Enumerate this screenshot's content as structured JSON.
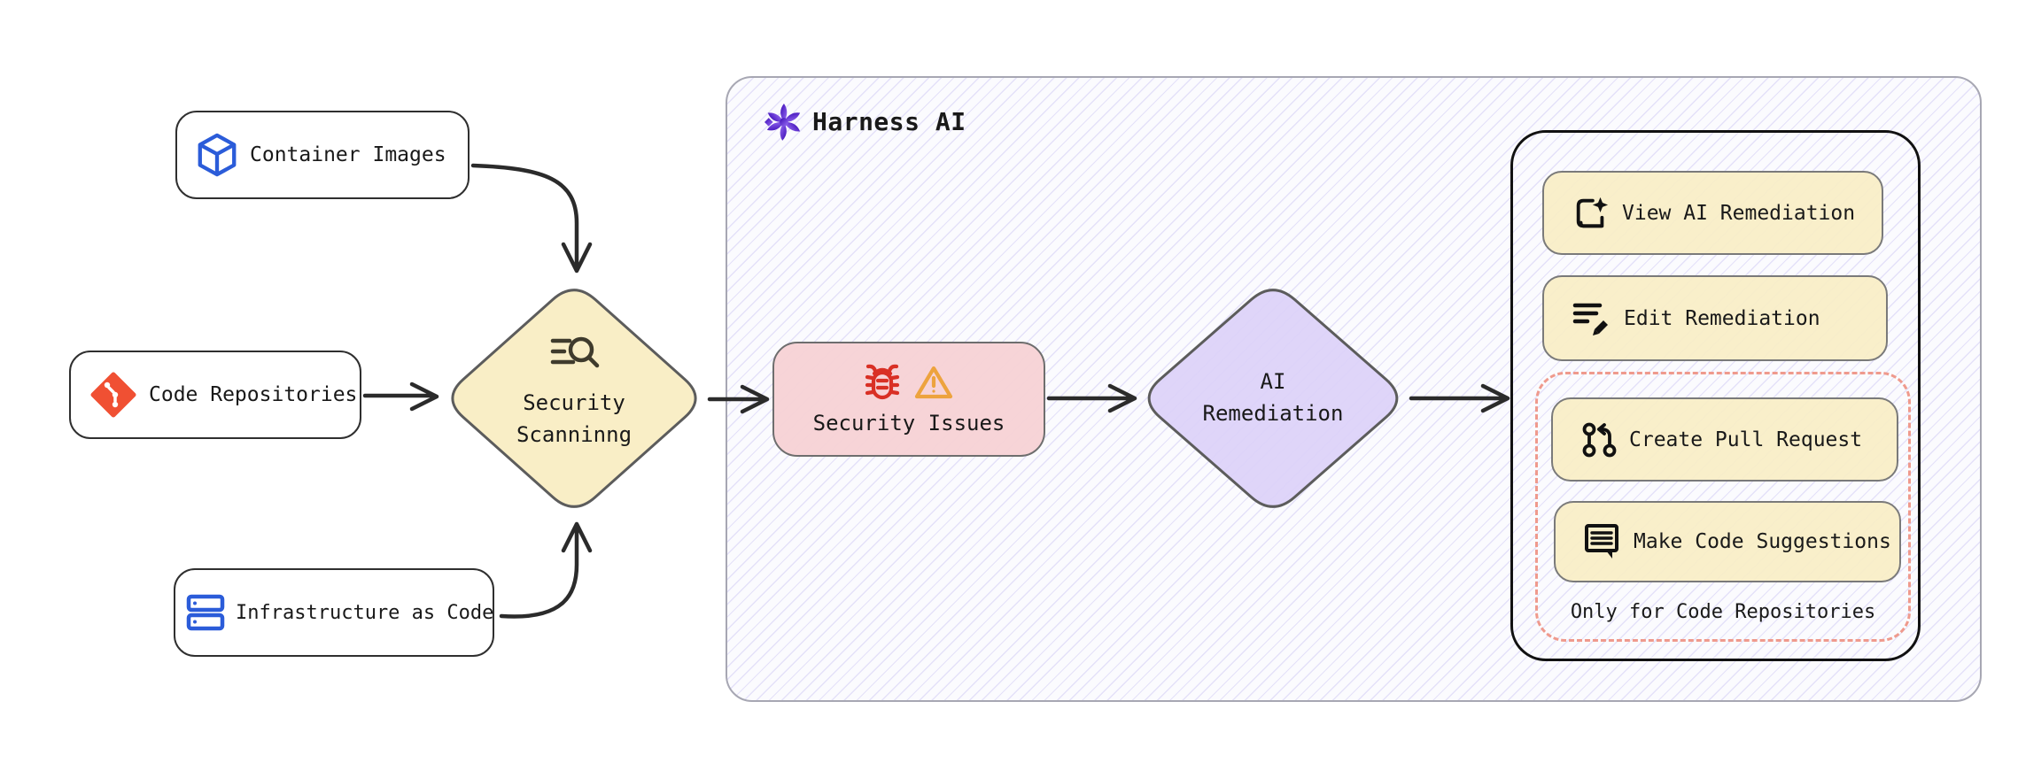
{
  "sources": [
    {
      "id": "container_images",
      "label": "Container Images",
      "icon": "package-cube-icon",
      "icon_color": "#2b5cd9"
    },
    {
      "id": "code_repositories",
      "label": "Code Repositories",
      "icon": "git-icon",
      "icon_color": "#f05033"
    },
    {
      "id": "infrastructure_as_code",
      "label": "Infrastructure as Code",
      "icon": "server-stack-icon",
      "icon_color": "#2b5cd9"
    }
  ],
  "flow": {
    "security_scanning": {
      "line1": "Security",
      "line2": "Scanninng",
      "icon": "scan-search-icon",
      "shape": "diamond",
      "fill": "#f9eec6"
    },
    "security_issues": {
      "label": "Security Issues",
      "icons": [
        "bug-icon",
        "warning-icon"
      ],
      "fill": "#f6d1d5"
    },
    "ai_remediation": {
      "line1": "AI",
      "line2": "Remediation",
      "shape": "diamond",
      "fill": "#dcd1f8"
    }
  },
  "panel": {
    "title": "Harness AI",
    "icon": "harness-ai-flower-icon",
    "actions": [
      {
        "label": "View AI Remediation",
        "icon": "view-ai-remediation-icon"
      },
      {
        "label": "Edit Remediation",
        "icon": "edit-remediation-icon"
      }
    ],
    "code_repo_only": {
      "actions": [
        {
          "label": "Create Pull Request",
          "icon": "pull-request-icon"
        },
        {
          "label": "Make Code Suggestions",
          "icon": "code-suggestion-icon"
        }
      ],
      "note": "Only for Code Repositories"
    }
  },
  "colors": {
    "yellow_fill": "#f9eec6",
    "pink_fill": "#f6d1d5",
    "purple_fill": "#dcd1f8",
    "dashed_red": "#ef9a8d",
    "harness_purple": "#6d28d9",
    "git_orange": "#f05033",
    "blue_icon": "#2b5cd9",
    "bug_red": "#d93025",
    "warning_orange": "#eda33e",
    "arrow": "#2b2b2b"
  }
}
